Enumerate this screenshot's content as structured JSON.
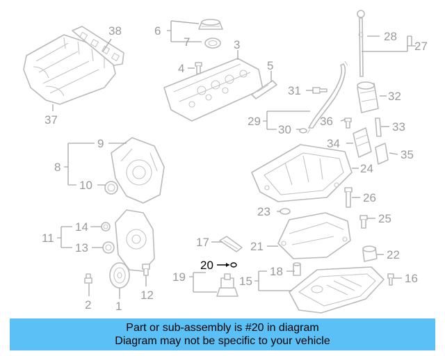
{
  "callouts": {
    "n1": "1",
    "n2": "2",
    "n3": "3",
    "n4": "4",
    "n5": "5",
    "n6": "6",
    "n7": "7",
    "n8": "8",
    "n9": "9",
    "n10": "10",
    "n11": "11",
    "n12": "12",
    "n13": "13",
    "n14": "14",
    "n15": "15",
    "n16": "16",
    "n17": "17",
    "n18": "18",
    "n19": "19",
    "n20": "20",
    "n21": "21",
    "n22": "22",
    "n23": "23",
    "n24": "24",
    "n25": "25",
    "n26": "26",
    "n27": "27",
    "n28": "28",
    "n29": "29",
    "n30": "30",
    "n31": "31",
    "n32": "32",
    "n33": "33",
    "n34": "34",
    "n35": "35",
    "n36": "36",
    "n37": "37",
    "n38": "38"
  },
  "highlighted_part": "20",
  "banner": {
    "line1": "Part or sub-assembly is #20 in diagram",
    "line2": "Diagram may not be specific to your vehicle",
    "background": "#5bc0f5"
  },
  "colors": {
    "line_art": "#b9b9b9",
    "callout_text": "#9a9a9a",
    "highlight_text": "#000000"
  }
}
